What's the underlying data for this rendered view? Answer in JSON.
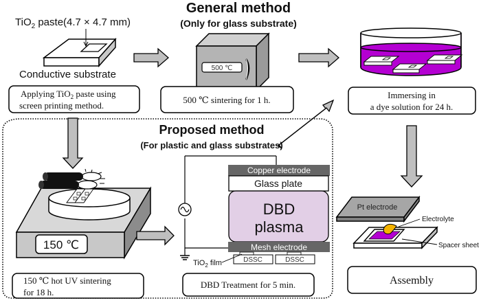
{
  "general": {
    "title": "General method",
    "subtitle": "(Only for glass substrate)"
  },
  "proposed": {
    "title": "Proposed method",
    "subtitle": "(For plastic and glass substrates)"
  },
  "step1": {
    "paste_label_prefix": "TiO",
    "paste_label_sub": "2",
    "paste_label_suffix": " paste(4.7 × 4.7 mm)",
    "substrate_label": "Conductive substrate",
    "caption_line1_prefix": "Applying TiO",
    "caption_line1_sub": "2",
    "caption_line1_suffix": " paste using",
    "caption_line2": "screen printing method."
  },
  "step2": {
    "oven_display": "500 ℃",
    "caption": "500 ℃ sintering for 1 h."
  },
  "step3": {
    "caption_line1": "Immersing in",
    "caption_line2": "a dye solution for 24 h."
  },
  "step4": {
    "pt_label": "Pt electrode",
    "electrolyte_label": "Electrolyte",
    "spacer_label": "Spacer sheet",
    "caption": "Assembly"
  },
  "uv": {
    "display": "150 ℃",
    "caption_line1": "150 ℃ hot UV sintering",
    "caption_line2": "for 18 h."
  },
  "dbd": {
    "copper_label": "Copper  electrode",
    "glass_label": "Glass plate",
    "plasma_line1": "DBD",
    "plasma_line2": "plasma",
    "mesh_label": "Mesh electrode",
    "dssc_labels": [
      "DSSC",
      "DSSC"
    ],
    "film_label_prefix": "TiO",
    "film_label_sub": "2",
    "film_label_suffix": " film",
    "caption": "DBD Treatment for 5 min."
  },
  "colors": {
    "dye": "#b400d2",
    "plasma": "#e2cfe6",
    "electrode": "#666666",
    "arrow": "#bfbfbf",
    "box_gray": "#c0c0c0",
    "electrolyte": "#f5b400"
  }
}
